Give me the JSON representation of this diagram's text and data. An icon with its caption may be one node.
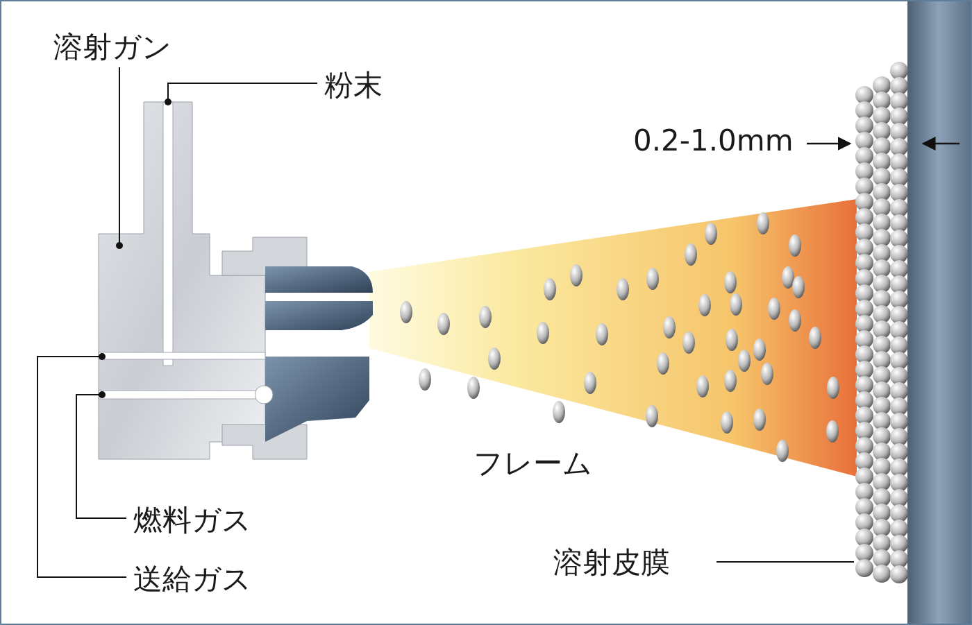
{
  "diagram": {
    "nodes": [
      {
        "text": [
          "溶射ガン"
        ]
      },
      {
        "text": [],
        "shape": "picture"
      },
      {
        "text": [
          "粉末"
        ]
      },
      {
        "text": [],
        "shape": "box",
        "in": 1
      },
      {
        "text": [
          "燃料ガス"
        ]
      },
      {
        "text": [],
        "shape": "box",
        "in": 1
      },
      {
        "text": [
          "送給ガス"
        ]
      },
      {
        "text": [],
        "shape": "box",
        "in": 1
      },
      {
        "text": [
          "溶射皮膜"
        ]
      },
      {
        "text": [],
        "shape": "picture"
      }
    ],
    "edges": [
      {
        "from": 0,
        "to": 1,
        "arrow": "other"
      },
      {
        "from": 2,
        "to": 3,
        "arrow": "other"
      },
      {
        "from": 4,
        "to": 5,
        "arrow": "other"
      },
      {
        "from": 6,
        "to": 7,
        "arrow": "other"
      },
      {
        "from": 8,
        "to": 9,
        "arrow": "none"
      }
    ],
    "labels": [
      "フレーム",
      "0.2-1.0mm"
    ]
  }
}
